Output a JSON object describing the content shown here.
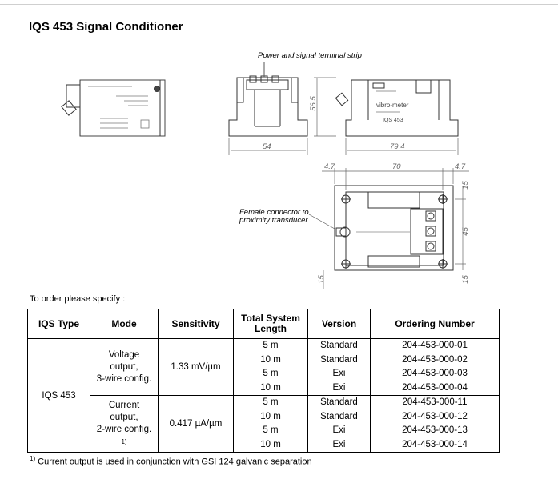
{
  "title": "IQS 453 Signal Conditioner",
  "drawings": {
    "caption_terminal": "Power and signal terminal strip",
    "caption_connector_line1": "Female connector to",
    "caption_connector_line2": "proximity transducer",
    "dim_width_54": "54",
    "dim_height_56_5": "56.5",
    "dim_length_79_4": "79.4",
    "dim_top_left_4_7": "4.7",
    "dim_top_70": "70",
    "dim_top_right_4_7": "4.7",
    "dim_right_top": "15",
    "dim_right_mid": "45",
    "dim_right_bottom": "15",
    "dim_left_bottom": "15",
    "label_brand": "vibro-meter",
    "label_model": "IQS 453"
  },
  "specify": "To order please specify :",
  "table": {
    "headers": {
      "type": "IQS Type",
      "mode": "Mode",
      "sensitivity": "Sensitivity",
      "length_line1": "Total System",
      "length_line2": "Length",
      "version": "Version",
      "ordering": "Ordering Number"
    },
    "iqs_type": "IQS 453",
    "groups": [
      {
        "mode_lines": [
          "Voltage",
          "output,",
          "3-wire config."
        ],
        "mode_note": "",
        "sensitivity": "1.33 mV/µm",
        "rows": [
          {
            "length": "5 m",
            "version": "Standard",
            "ordering": "204-453-000-01"
          },
          {
            "length": "10 m",
            "version": "Standard",
            "ordering": "204-453-000-02"
          },
          {
            "length": "5 m",
            "version": "Exi",
            "ordering": "204-453-000-03"
          },
          {
            "length": "10 m",
            "version": "Exi",
            "ordering": "204-453-000-04"
          }
        ]
      },
      {
        "mode_lines": [
          "Current",
          "output,",
          "2-wire config."
        ],
        "mode_note": "1)",
        "sensitivity": "0.417 µA/µm",
        "rows": [
          {
            "length": "5 m",
            "version": "Standard",
            "ordering": "204-453-000-11"
          },
          {
            "length": "10 m",
            "version": "Standard",
            "ordering": "204-453-000-12"
          },
          {
            "length": "5 m",
            "version": "Exi",
            "ordering": "204-453-000-13"
          },
          {
            "length": "10 m",
            "version": "Exi",
            "ordering": "204-453-000-14"
          }
        ]
      }
    ]
  },
  "footnote": {
    "mark": "1)",
    "text": " Current output is used in conjunction with GSI 124 galvanic separation"
  }
}
